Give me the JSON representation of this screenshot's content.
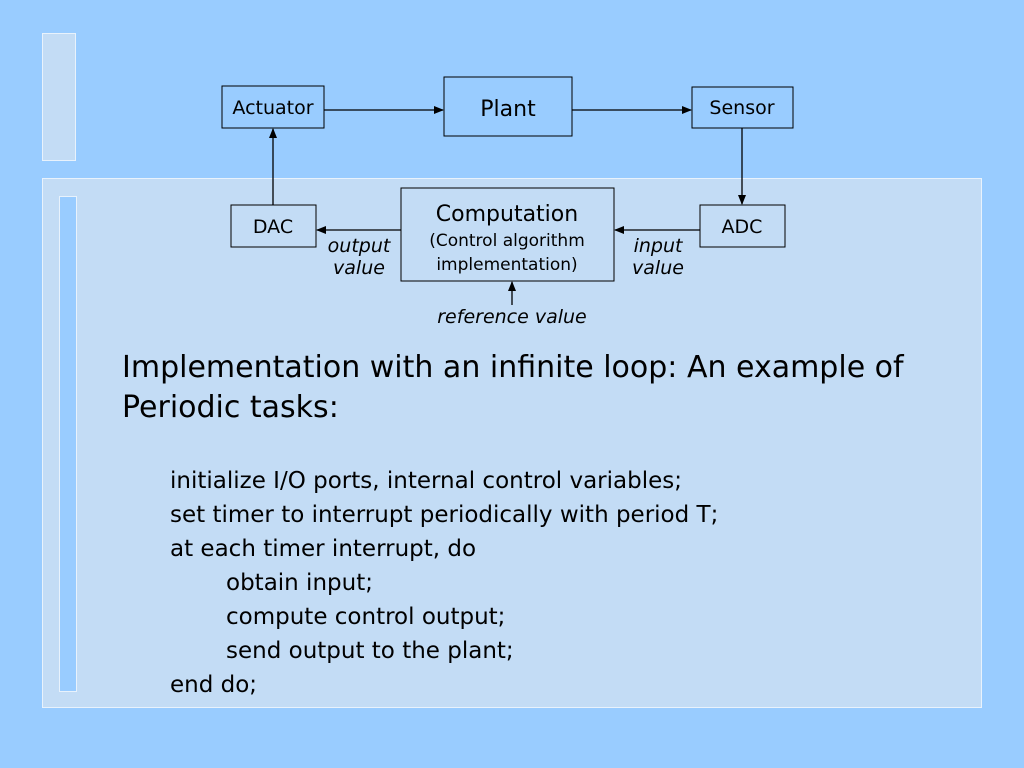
{
  "diagram": {
    "blocks": {
      "actuator": "Actuator",
      "plant": "Plant",
      "sensor": "Sensor",
      "dac": "DAC",
      "adc": "ADC",
      "computation_title": "Computation",
      "computation_sub1": "(Control algorithm",
      "computation_sub2": "implementation)"
    },
    "labels": {
      "output_line1": "output",
      "output_line2": "value",
      "input_line1": "input",
      "input_line2": "value",
      "reference": "reference value"
    }
  },
  "text": {
    "heading": "Implementation with an infinite loop: An example of Periodic tasks:",
    "code_lines": [
      "initialize I/O ports, internal control variables;",
      "set timer to interrupt periodically with period T;",
      "at each timer interrupt, do",
      "obtain input;",
      "compute control output;",
      "send output to the plant;",
      "end do;"
    ]
  }
}
